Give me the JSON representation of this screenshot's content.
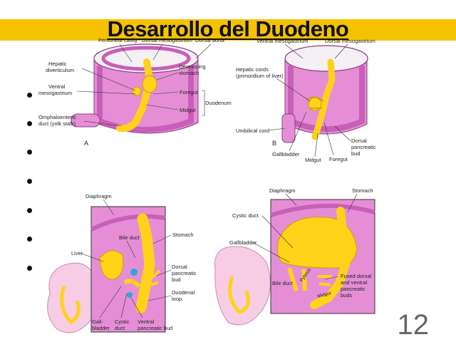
{
  "slide": {
    "title": "Desarrollo del Duodeno",
    "page_number": "12",
    "bullet_count": 7
  },
  "figures": {
    "A": {
      "letter": "A",
      "labels": {
        "peritoneal_cavity": "Peritoneal cavity",
        "dorsal_mesogastrium": "Dorsal mesogastrium",
        "dorsal_aorta": "Dorsal aorta",
        "hepatic_diverticulum_1": "Hepatic",
        "hepatic_diverticulum_2": "diverticulum",
        "developing_stomach_1": "Developing",
        "developing_stomach_2": "stomach",
        "ventral_mesogastrium_1": "Ventral",
        "ventral_mesogastrium_2": "mesogastrium",
        "foregut": "Foregut",
        "midgut": "Midgut",
        "duodenum": "Duodenum",
        "omphaloenteric_1": "Omphaloenteric",
        "omphaloenteric_2": "duct (yolk stalk)"
      }
    },
    "B": {
      "letter": "B",
      "labels": {
        "ventral_mesogastrium": "Ventral mesogastrium",
        "dorsal_mesogastrium": "Dorsal mesogastrium",
        "hepatic_cords_1": "Hepatic cords",
        "hepatic_cords_2": "(primordium of liver)",
        "umbilical_cord": "Umbilical cord",
        "gallbladder": "Gallbladder",
        "midgut": "Midgut",
        "foregut": "Foregut",
        "dorsal_pancreatic_1": "Dorsal",
        "dorsal_pancreatic_2": "pancreatic",
        "dorsal_pancreatic_3": "bud"
      }
    },
    "C": {
      "labels": {
        "diaphragm": "Diaphragm",
        "bile_duct": "Bile duct",
        "stomach": "Stomach",
        "liver": "Liver",
        "dorsal_pancreatic_1": "Dorsal",
        "dorsal_pancreatic_2": "pancreatic",
        "dorsal_pancreatic_3": "bud",
        "duodenal_loop_1": "Duodenal",
        "duodenal_loop_2": "loop",
        "gallbladder_1": "Gall-",
        "gallbladder_2": "bladder",
        "cystic_duct_1": "Cystic",
        "cystic_duct_2": "duct",
        "ventral_pancreatic_1": "Ventral",
        "ventral_pancreatic_2": "pancreatic bud"
      }
    },
    "D": {
      "labels": {
        "diaphragm": "Diaphragm",
        "stomach": "Stomach",
        "cystic_duct": "Cystic duct",
        "gallbladder": "Gallbladder",
        "bile_duct": "Bile duct",
        "pylorus": "Pylorus",
        "midgut": "Midgut",
        "fused_1": "Fused dorsal",
        "fused_2": "and ventral",
        "fused_3": "pancreatic",
        "fused_4": "buds"
      }
    }
  },
  "colors": {
    "title_bar": "#f5c200",
    "pink": "#e58ed6",
    "pink_dark": "#c85fb8",
    "yellow": "#ffd21a",
    "light_pink": "#f6cde4"
  }
}
